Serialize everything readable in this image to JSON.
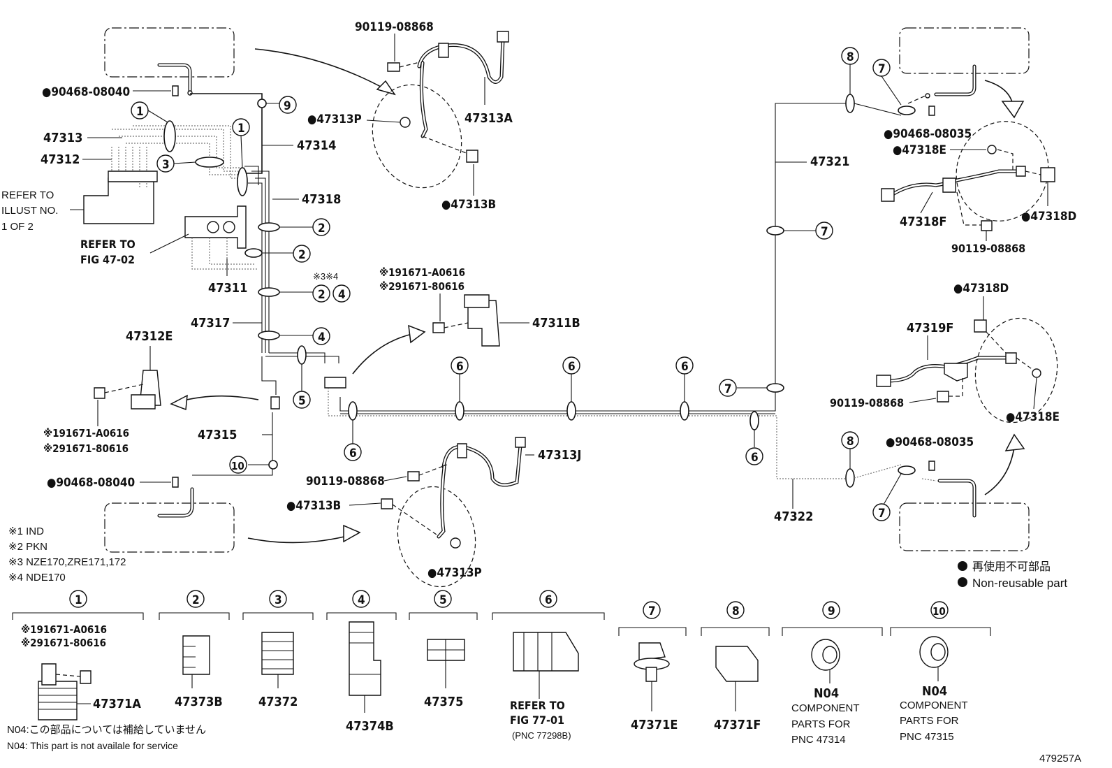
{
  "diagram": {
    "id": "479257A",
    "refer_illust": [
      "REFER TO",
      "ILLUST NO.",
      "1 OF 2"
    ],
    "refer_fig_47_02": [
      "REFER TO",
      "FIG 47-02"
    ],
    "refer_fig_77_01": [
      "REFER TO",
      "FIG 77-01",
      "(PNC 77298B)"
    ],
    "n04_note_jp": "N04:この部品については補給していません",
    "n04_note_en": "N04: This part is not availale for service",
    "legend_jp": "再使用不可部品",
    "legend_en": "Non-reusable part",
    "legend_bullet": "●",
    "variant_notes": [
      "※1 IND",
      "※2 PKN",
      "※3 NZE170,ZRE171,172",
      "※4 NDE170"
    ],
    "variant_tag": "※3※4",
    "variant_a": "※191671-A0616",
    "variant_b": "※291671-80616",
    "parts": {
      "p90119_08868": "90119-08868",
      "p90468_08040": "●90468-08040",
      "p90468_08035": "●90468-08035",
      "p47313": "47313",
      "p47312": "47312",
      "p47314": "47314",
      "p47318": "47318",
      "p47311": "47311",
      "p47317": "47317",
      "p47315": "47315",
      "p47312E": "47312E",
      "p47311B": "47311B",
      "p47313A": "47313A",
      "p47313P": "●47313P",
      "p47313B": "●47313B",
      "p47313J": "47313J",
      "p47321": "47321",
      "p47322": "47322",
      "p47318E": "●47318E",
      "p47318F": "47318F",
      "p47318D": "●47318D",
      "p47319F": "47319F"
    },
    "callouts": {
      "c1": "1",
      "c2": "2",
      "c3": "3",
      "c4": "4",
      "c5": "5",
      "c6": "6",
      "c7": "7",
      "c8": "8",
      "c9": "9",
      "c10": "10"
    },
    "clamp_table": [
      {
        "num": "1",
        "part": "47371A",
        "extra": [
          "※191671-A0616",
          "※291671-80616"
        ]
      },
      {
        "num": "2",
        "part": "47373B",
        "extra": []
      },
      {
        "num": "3",
        "part": "47372",
        "extra": []
      },
      {
        "num": "4",
        "part": "47374B",
        "extra": []
      },
      {
        "num": "5",
        "part": "47375",
        "extra": []
      },
      {
        "num": "6",
        "part": "",
        "extra": []
      },
      {
        "num": "7",
        "part": "47371E",
        "extra": []
      },
      {
        "num": "8",
        "part": "47371F",
        "extra": []
      },
      {
        "num": "9",
        "part": "N04",
        "extra": [
          "COMPONENT",
          "PARTS FOR",
          "PNC 47314"
        ]
      },
      {
        "num": "10",
        "part": "N04",
        "extra": [
          "COMPONENT",
          "PARTS FOR",
          "PNC 47315"
        ]
      }
    ]
  }
}
